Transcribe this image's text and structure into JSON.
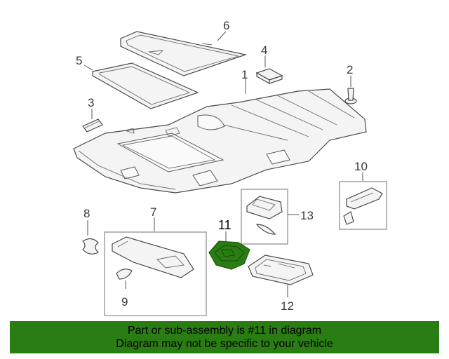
{
  "diagram": {
    "callouts": {
      "c1": "1",
      "c2": "2",
      "c3": "3",
      "c4": "4",
      "c5": "5",
      "c6": "6",
      "c7": "7",
      "c8": "8",
      "c9": "9",
      "c10": "10",
      "c11": "11",
      "c12": "12",
      "c13": "13"
    },
    "highlight_color": "#2a7d12",
    "highlighted_part": "11"
  },
  "banner": {
    "line1": "Part or sub-assembly is #11 in diagram",
    "line2": "Diagram may not be specific to your vehicle",
    "background": "#2a7d12"
  }
}
